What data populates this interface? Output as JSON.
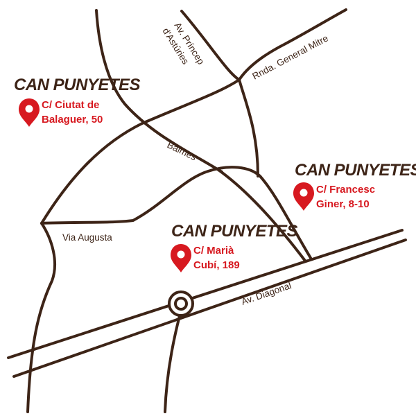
{
  "colors": {
    "street": "#3d2417",
    "accent": "#d71920",
    "background": "#ffffff"
  },
  "streets": {
    "principe": "Av. Príncep d'Astúries",
    "general_mitre": "Rnda. General Mitre",
    "balmes": "Balmes",
    "via_augusta": "Via Augusta",
    "diagonal": "Av. Diagonal"
  },
  "locations": [
    {
      "brand": "CAN PUNYETES",
      "address_line1": "C/ Ciutat de",
      "address_line2": "Balaguer, 50",
      "icon": "map-pin-icon"
    },
    {
      "brand": "CAN PUNYETES",
      "address_line1": "C/ Francesc",
      "address_line2": "Giner, 8-10",
      "icon": "map-pin-icon"
    },
    {
      "brand": "CAN PUNYETES",
      "address_line1": "C/ Marià",
      "address_line2": "Cubí, 189",
      "icon": "map-pin-icon"
    }
  ],
  "landmarks": {
    "roundabout": "roundabout-icon"
  }
}
